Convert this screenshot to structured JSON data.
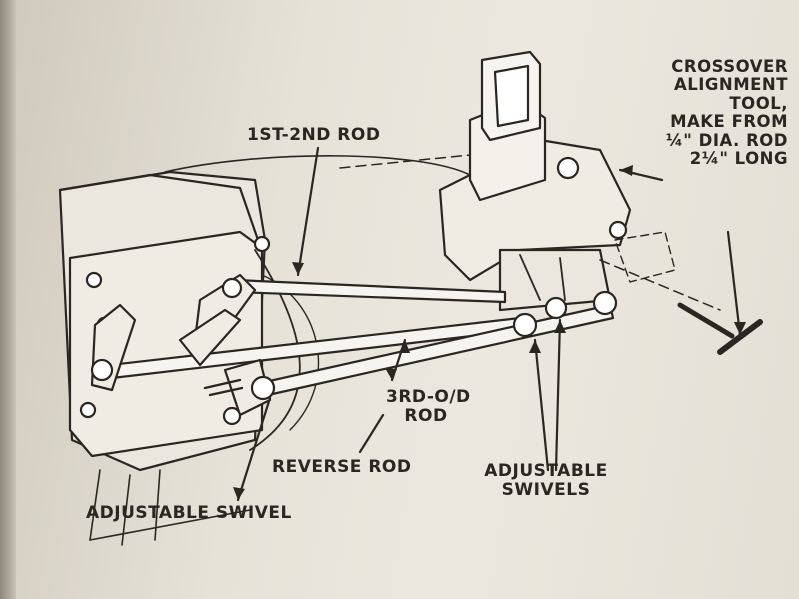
{
  "labels": {
    "rod_1st_2nd": "1ST-2ND ROD",
    "tool_line1": "CROSSOVER",
    "tool_line2": "ALIGNMENT",
    "tool_line3": "TOOL,",
    "tool_line4": "MAKE FROM",
    "tool_line5": "¼\" DIA. ROD",
    "tool_line6": "2¼\" LONG",
    "rod_3rd_od_line1": "3RD-O/D",
    "rod_3rd_od_line2": "ROD",
    "reverse_rod": "REVERSE ROD",
    "swivels_line1": "ADJUSTABLE",
    "swivels_line2": "SWIVELS",
    "swivel_single": "ADJUSTABLE SWIVEL"
  },
  "colors": {
    "ink": "#2a2622",
    "paper": "#e8e4da",
    "part_fill": "#efece4"
  }
}
